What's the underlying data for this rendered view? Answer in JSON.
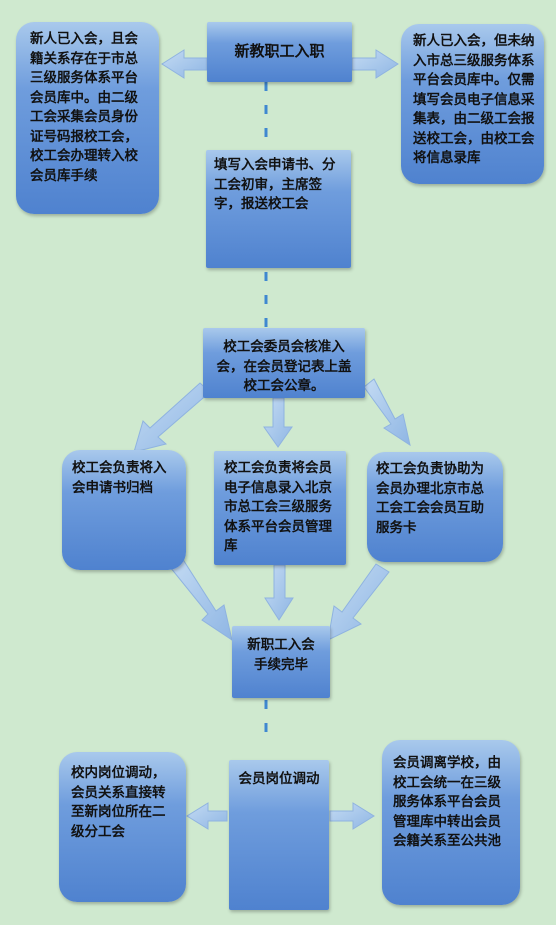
{
  "nodes": {
    "join": "新教职工入职",
    "left_top": "新人已入会，且会籍关系存在于市总三级服务体系平台会员库中。由二级工会采集会员身份证号码报校工会，校工会办理转入校会员库手续",
    "right_top": "新人已入会，但未纳入市总三级服务体系平台会员库中。仅需填写会员电子信息采集表，由二级工会报送校工会，由校工会将信息录库",
    "apply": "填写入会申请书、分工会初审，主席签字，报送校工会",
    "approve": "校工会委员会核准入会，在会员登记表上盖校工会公章。",
    "archive": "校工会负责将入会申请书归档",
    "register": "校工会负责将会员电子信息录入北京市总工会三级服务体系平台会员管理库",
    "card": "校工会负责协助为会员办理北京市总工会工会会员互助服务卡",
    "done": "新职工入会手续完毕",
    "transfer": "会员岗位调动",
    "internal": "校内岗位调动，会员关系直接转至新岗位所在二级分工会",
    "leave": "会员调离学校，由校工会统一在三级服务体系平台会员管理库中转出会员会籍关系至公共池"
  },
  "colors": {
    "background": "#cfe9cf",
    "box": "#5d8fd6",
    "arrow": "#9cc0e8",
    "connector": "#3f88d0"
  }
}
